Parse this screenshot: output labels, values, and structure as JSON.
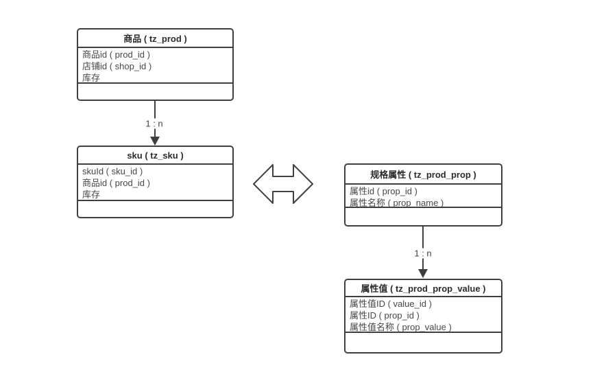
{
  "diagram": {
    "type": "entity-relationship",
    "background_color": "#ffffff",
    "border_color": "#3f3f3f",
    "title_text_color": "#2b2b2b",
    "field_text_color": "#464646"
  },
  "tables": [
    {
      "id": "prod",
      "title": "商品 ( tz_prod )",
      "fields": [
        "商品id ( prod_id )",
        "店铺id ( shop_id )",
        "库存"
      ]
    },
    {
      "id": "sku",
      "title": "sku ( tz_sku )",
      "fields": [
        "skuId ( sku_id )",
        "商品id ( prod_id )",
        "库存"
      ]
    },
    {
      "id": "prod_prop",
      "title": "规格属性 ( tz_prod_prop )",
      "fields": [
        "属性id ( prop_id )",
        "属性名称 ( prop_name )"
      ]
    },
    {
      "id": "prod_prop_value",
      "title": "属性值 ( tz_prod_prop_value )",
      "fields": [
        "属性值ID ( value_id )",
        "属性ID ( prop_id )",
        "属性值名称 ( prop_value )"
      ]
    }
  ],
  "connectors": [
    {
      "from": "prod",
      "to": "sku",
      "label": "1 : n",
      "style": "solid-arrow-down"
    },
    {
      "from": "prod_prop",
      "to": "prod_prop_value",
      "label": "1 : n",
      "style": "solid-arrow-down"
    }
  ],
  "icons": {
    "relation_arrow": "left-right-double-arrow-outline"
  }
}
